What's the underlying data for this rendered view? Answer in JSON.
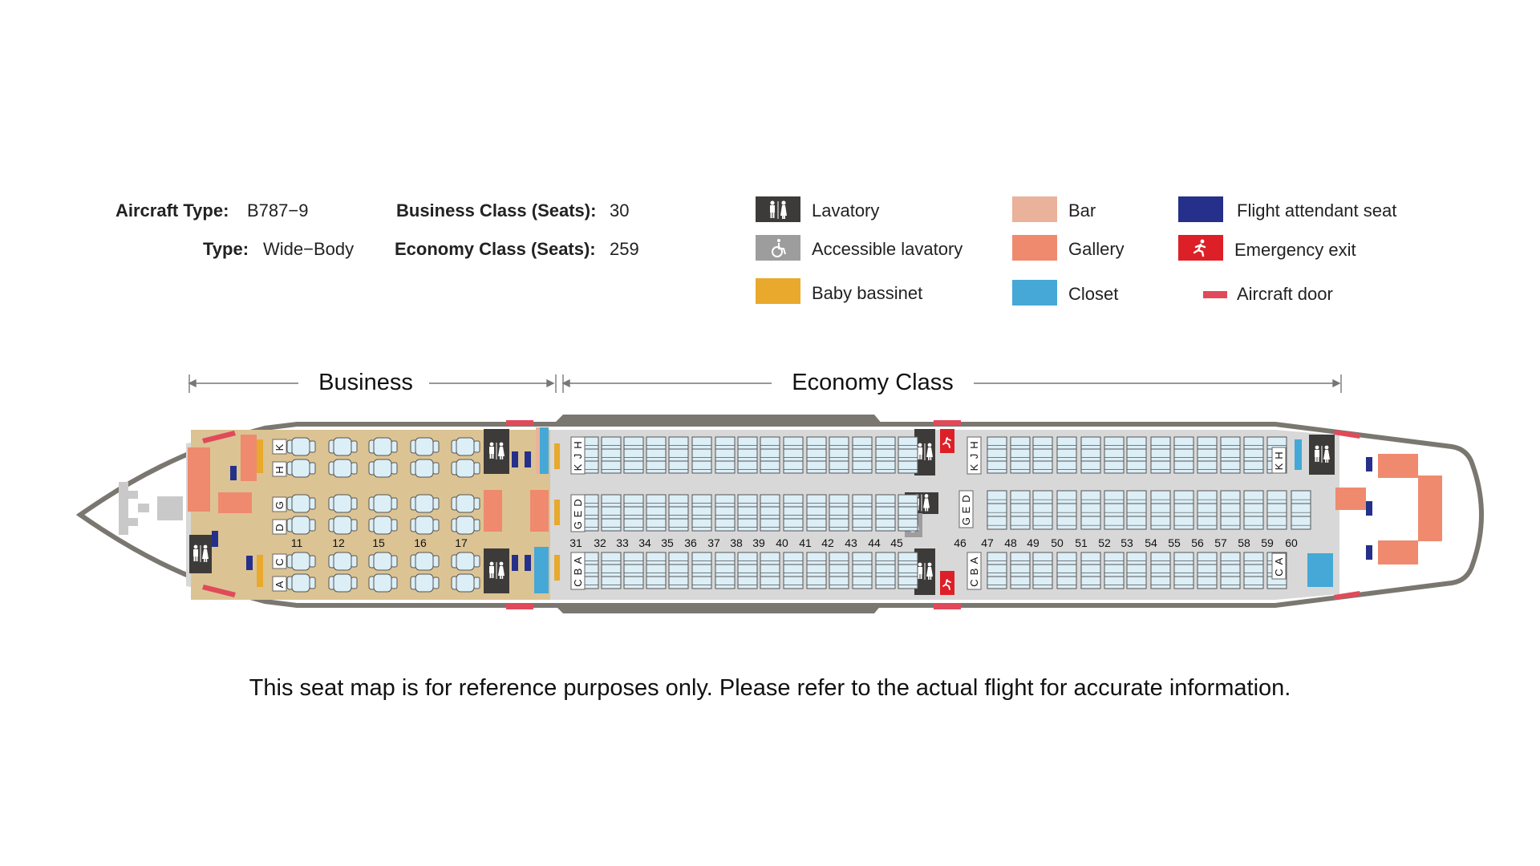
{
  "aircraft": {
    "type_label": "Aircraft Type:",
    "type_value": "B787−9",
    "body_label": "Type:",
    "body_value": "Wide−Body",
    "business_label": "Business Class (Seats):",
    "business_value": "30",
    "economy_label": "Economy Class (Seats):",
    "economy_value": "259"
  },
  "legend": [
    {
      "key": "lavatory",
      "label": "Lavatory",
      "color": "#3d3b39",
      "icon": "lavatory-icon"
    },
    {
      "key": "accessible",
      "label": "Accessible lavatory",
      "color": "#9d9d9d",
      "icon": "wheelchair-icon"
    },
    {
      "key": "bassinet",
      "label": "Baby bassinet",
      "color": "#e8a92c",
      "icon": ""
    },
    {
      "key": "bar",
      "label": "Bar",
      "color": "#eab29a",
      "icon": ""
    },
    {
      "key": "gallery",
      "label": "Gallery",
      "color": "#ef8a6e",
      "icon": ""
    },
    {
      "key": "closet",
      "label": "Closet",
      "color": "#45a8d6",
      "icon": ""
    },
    {
      "key": "attendant",
      "label": "Flight attendant seat",
      "color": "#243089",
      "icon": ""
    },
    {
      "key": "exit",
      "label": "Emergency exit",
      "color": "#dd2027",
      "icon": "running-person-icon"
    },
    {
      "key": "door",
      "label": "Aircraft door",
      "color": "#e04a5a",
      "icon": ""
    }
  ],
  "sections": {
    "business": "Business",
    "economy": "Economy Class"
  },
  "business_cabin": {
    "rows": [
      "11",
      "12",
      "15",
      "16",
      "17"
    ],
    "letters_top": [
      "K",
      "H"
    ],
    "letters_mid": [
      "G",
      "D"
    ],
    "letters_bottom": [
      "C",
      "A"
    ],
    "background": "#dcc393"
  },
  "economy_front": {
    "rows": [
      "31",
      "32",
      "33",
      "34",
      "35",
      "36",
      "37",
      "38",
      "39",
      "40",
      "41",
      "42",
      "43",
      "44",
      "45"
    ],
    "letters_top": "HJK",
    "letters_mid": "DEG",
    "letters_bottom": "ABC"
  },
  "economy_rear": {
    "rows": [
      "46",
      "47",
      "48",
      "49",
      "50",
      "51",
      "52",
      "53",
      "54",
      "55",
      "56",
      "57",
      "58",
      "59",
      "60"
    ],
    "letters_top": "HJK",
    "letters_top_end": "HK",
    "letters_mid": "DEG",
    "letters_bottom": "ABC",
    "letters_bottom_end": "AC"
  },
  "footer": "This seat map is for reference purposes only. Please refer to the actual flight for accurate information.",
  "colors": {
    "fuselage": "#7a7770",
    "cabin": "#d8d8d8",
    "seat_fill": "#dceef6",
    "seat_stroke": "#555555"
  }
}
